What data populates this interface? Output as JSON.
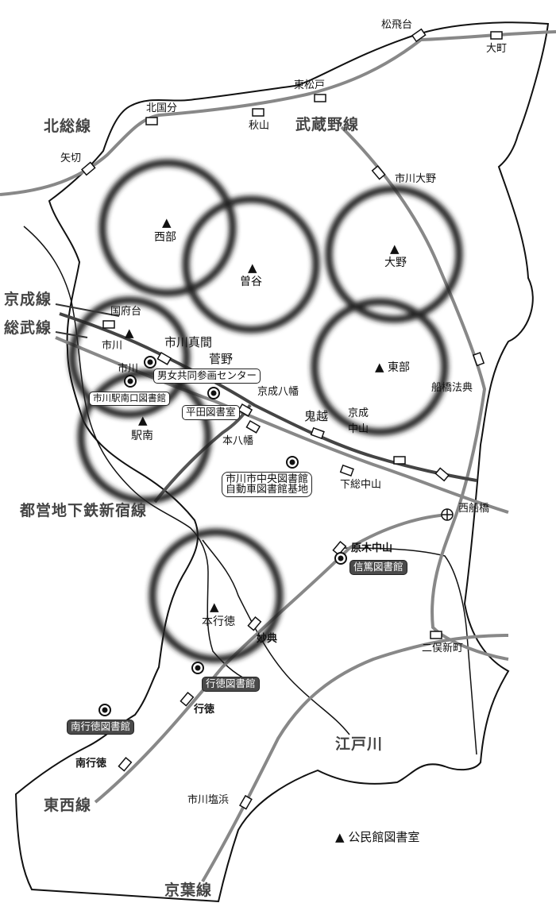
{
  "railway_lines": {
    "hokuso": "北総線",
    "musashino": "武蔵野線",
    "keisei": "京成線",
    "sobu": "総武線",
    "toei_shinjuku": "都営地下鉄新宿線",
    "tozai": "東西線",
    "keiyo": "京葉線"
  },
  "stations": {
    "matsuhidai": "松飛台",
    "omachi": "大町",
    "higashi_matsudo": "東松戸",
    "kitakokubun": "北国分",
    "akiyama": "秋山",
    "yagiri": "矢切",
    "ichikawa_ono": "市川大野",
    "konodai": "国府台",
    "ichikawa": "市川",
    "ichikawa_mama": "市川真間",
    "sugano": "菅野",
    "keisei_yawata": "京成八幡",
    "onigoe": "鬼越",
    "keisei_nakayama_1": "京成",
    "keisei_nakayama_2": "中山",
    "motoyawata": "本八幡",
    "shimousa_nakayama": "下総中山",
    "funabashi_hoten": "船橋法典",
    "nishi_funabashi": "西船橋",
    "baraki_nakayama": "原木中山",
    "myoden": "妙典",
    "futamata_shinmachi": "二俣新町",
    "gyotoku": "行徳",
    "minami_gyotoku": "南行徳",
    "ichikawa_shiohama": "市川塩浜"
  },
  "areas": {
    "nishibu": "西部",
    "soya": "曽谷",
    "ono": "大野",
    "tobu": "東部",
    "ichikawa": "市川",
    "ekinan": "駅南",
    "motogyotoku": "本行徳"
  },
  "libraries": {
    "danjo": "男女共同参画センター",
    "minamiguchi": "市川駅南口図書館",
    "hirata": "平田図書室",
    "central_1": "市川市中央図書館",
    "central_2": "自動車図書館基地",
    "shinkotsu": "信篤図書館",
    "gyotoku": "行徳図書館",
    "minami_gyotoku": "南行徳図書館"
  },
  "rivers": {
    "edogawa": "江戸川"
  },
  "legend": {
    "symbol": "▲",
    "label": "公民館図書室"
  }
}
